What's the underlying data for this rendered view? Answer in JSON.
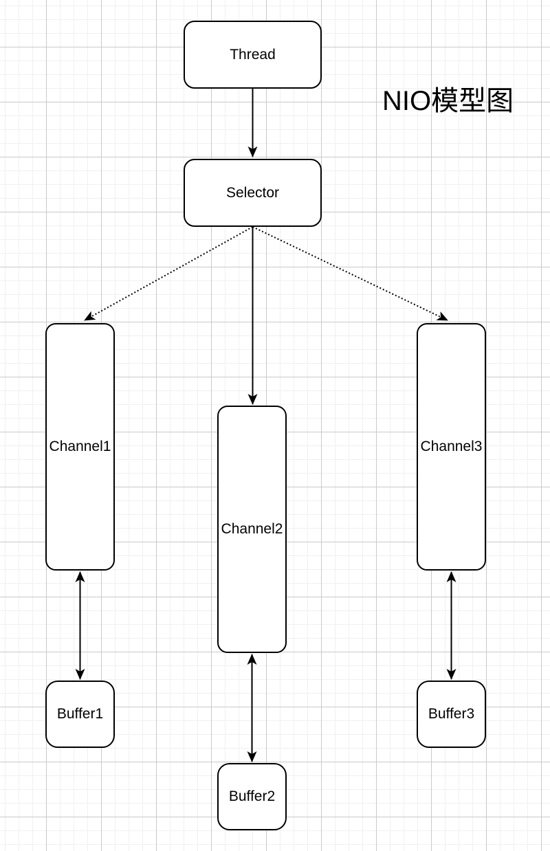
{
  "title": "NIO模型图",
  "nodes": {
    "thread": {
      "label": "Thread"
    },
    "selector": {
      "label": "Selector"
    },
    "channel1": {
      "label": "Channel1"
    },
    "channel2": {
      "label": "Channel2"
    },
    "channel3": {
      "label": "Channel3"
    },
    "buffer1": {
      "label": "Buffer1"
    },
    "buffer2": {
      "label": "Buffer2"
    },
    "buffer3": {
      "label": "Buffer3"
    }
  },
  "edges": [
    {
      "from": "Thread",
      "to": "Selector",
      "style": "solid",
      "direction": "forward"
    },
    {
      "from": "Selector",
      "to": "Channel1",
      "style": "dotted",
      "direction": "forward"
    },
    {
      "from": "Selector",
      "to": "Channel2",
      "style": "solid",
      "direction": "forward"
    },
    {
      "from": "Selector",
      "to": "Channel3",
      "style": "dotted",
      "direction": "forward"
    },
    {
      "from": "Channel1",
      "to": "Buffer1",
      "style": "solid",
      "direction": "both"
    },
    {
      "from": "Channel2",
      "to": "Buffer2",
      "style": "solid",
      "direction": "both"
    },
    {
      "from": "Channel3",
      "to": "Buffer3",
      "style": "solid",
      "direction": "both"
    }
  ],
  "colors": {
    "background": "#ffffff",
    "shape_fill": "#ffffff",
    "shape_stroke": "#000000",
    "text": "#000000",
    "connector": "#000000",
    "grid_minor": "#f0f0f0",
    "grid_major": "#c9c9c9"
  }
}
